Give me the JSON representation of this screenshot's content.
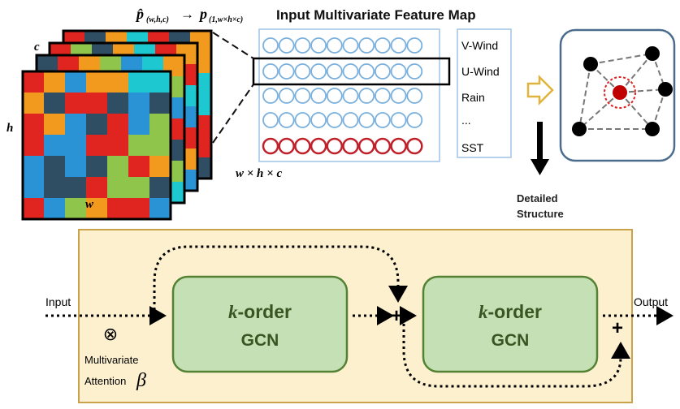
{
  "top": {
    "title": "Input Multivariate Feature Map",
    "formula": {
      "lhs": "p̂",
      "lhs_sub": "(w,h,c)",
      "arrow": "→",
      "rhs": "p",
      "rhs_sub": "(1,w×h×c)"
    },
    "cube_labels": {
      "c": "c",
      "h": "h",
      "w": "w"
    },
    "flatten_label": "w × h × c",
    "variables": [
      "V-Wind",
      "U-Wind",
      "Rain",
      "...",
      "SST"
    ],
    "detail_label_line1": "Detailed",
    "detail_label_line2": "Structure"
  },
  "bottom": {
    "input_label": "Input",
    "output_label": "Output",
    "attention_symbol": "⊗",
    "attention_label_line1": "Multivariate",
    "attention_label_line2": "Attention",
    "beta": "β",
    "gcn1": {
      "k": "k",
      "order": "-order",
      "gcn": "GCN"
    },
    "gcn2": {
      "k": "k",
      "order": "-order",
      "gcn": "GCN"
    },
    "plus1": "+",
    "plus2": "+"
  },
  "colors": {
    "heat_palette": [
      "#f29a1e",
      "#1ec8d0",
      "#e0241f",
      "#2f4d63",
      "#8fc54a",
      "#2a93d6"
    ],
    "circle_blue": "#7ab0dd",
    "circle_red": "#c0202a",
    "panel_bg": "#fdf0cf",
    "panel_border": "#c9a24a",
    "gcn_fill": "#c5e0b4",
    "gcn_border": "#548235",
    "node_red": "#c00000",
    "graph_box_border": "#4a6c8e",
    "arrow_outline": "#e0b33a"
  }
}
